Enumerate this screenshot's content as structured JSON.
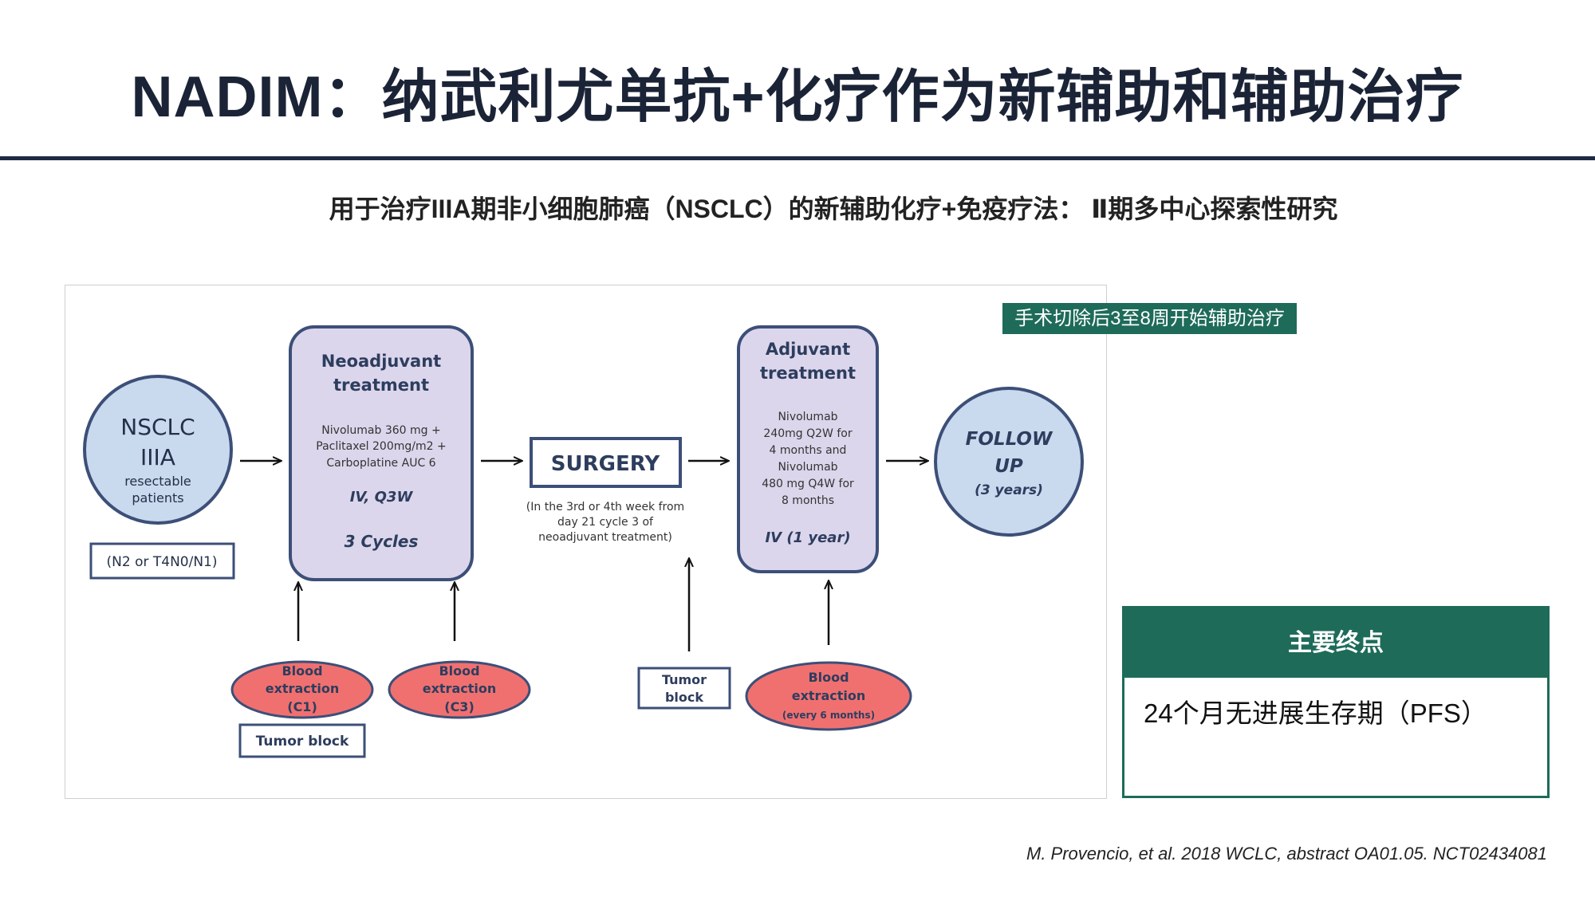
{
  "slide": {
    "title": "NADIM：纳武利尤单抗+化疗作为新辅助和辅助治疗",
    "subtitle": "用于治疗IIIA期非小细胞肺癌（NSCLC）的新辅助化疗+免疫疗法： Ⅱ期多中心探索性研究",
    "note_badge": "手术切除后3至8周开始辅助治疗",
    "endpoint": {
      "header": "主要终点",
      "text": "24个月无进展生存期（PFS）"
    },
    "citation": "M. Provencio, et al. 2018 WCLC, abstract OA01.05. NCT02434081"
  },
  "diagram": {
    "colors": {
      "navy": "#3c4f78",
      "circle_fill": "#c9d9ee",
      "box_fill": "#dcd6ec",
      "red_fill": "#f07070",
      "teal": "#1e6b5a"
    },
    "nsclc": {
      "line1": "NSCLC",
      "line2": "IIIA",
      "line3": "resectable",
      "line4": "patients"
    },
    "n_stage": "(N2 or T4N0/N1)",
    "neoadjuvant": {
      "title1": "Neoadjuvant",
      "title2": "treatment",
      "drug1": "Nivolumab 360 mg  +",
      "drug2": "Paclitaxel 200mg/m2 +",
      "drug3": "Carboplatine AUC 6",
      "schedule": "IV, Q3W",
      "cycles": "3 Cycles"
    },
    "surgery": {
      "label": "SURGERY",
      "note1": "(In the 3rd or 4th week from",
      "note2": "day 21 cycle 3  of",
      "note3": "neoadjuvant treatment)"
    },
    "adjuvant": {
      "title1": "Adjuvant",
      "title2": "treatment",
      "l1": "Nivolumab",
      "l2": "240mg Q2W for",
      "l3": "4 months and",
      "l4": "Nivolumab",
      "l5": "480 mg Q4W for",
      "l6": "8 months",
      "schedule": "IV (1 year)"
    },
    "follow": {
      "l1": "FOLLOW",
      "l2": "UP",
      "l3": "(3 years)"
    },
    "blood_c1": {
      "l1": "Blood",
      "l2": "extraction",
      "l3": "(C1)"
    },
    "blood_c3": {
      "l1": "Blood",
      "l2": "extraction",
      "l3": "(C3)"
    },
    "blood_every": {
      "l1": "Blood",
      "l2": "extraction",
      "l3": "(every 6 months)"
    },
    "tumor_block_1": "Tumor block",
    "tumor_block_2": {
      "l1": "Tumor",
      "l2": "block"
    }
  }
}
